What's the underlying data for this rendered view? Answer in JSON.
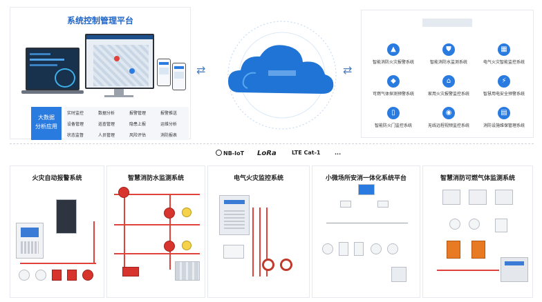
{
  "top_left": {
    "title": "系统控制管理平台",
    "bigdata_label_1": "大数据",
    "bigdata_label_2": "分析应用",
    "items": [
      "实时监控",
      "数据分析",
      "报警管理",
      "报警推送",
      "设备管理",
      "巡查管理",
      "隐患上报",
      "运维分析",
      "状态监督",
      "人员管理",
      "风险评估",
      "消防报表"
    ]
  },
  "top_right": {
    "systems": [
      {
        "label": "智能消防火灾报警系统",
        "icon": "flame-icon",
        "glyph": "🔥"
      },
      {
        "label": "智能消防水监测系统",
        "icon": "hydrant-icon",
        "glyph": "⛲"
      },
      {
        "label": "电气火灾智能监控系统",
        "icon": "electric-cabinet-icon",
        "glyph": "▦"
      },
      {
        "label": "可燃气体探测预警系统",
        "icon": "gas-icon",
        "glyph": "▲"
      },
      {
        "label": "家用火灾报警监控系统",
        "icon": "home-icon",
        "glyph": "⌂"
      },
      {
        "label": "智慧用电安全预警系统",
        "icon": "power-icon",
        "glyph": "⚡"
      },
      {
        "label": "智能防火门监控系统",
        "icon": "door-icon",
        "glyph": "▯"
      },
      {
        "label": "无线远程视频监控系统",
        "icon": "camera-icon",
        "glyph": "◉"
      },
      {
        "label": "消防设施维保管理系统",
        "icon": "maintenance-icon",
        "glyph": "▤"
      }
    ]
  },
  "protocols": {
    "nb": "NB-IoT",
    "lora": "LoRa",
    "lte": "LTE Cat-1",
    "more": "..."
  },
  "bottom": [
    {
      "title": "火灾自动报警系统"
    },
    {
      "title": "智慧消防水监测系统"
    },
    {
      "title": "电气火灾监控系统"
    },
    {
      "title": "小微场所安消一体化系统平台"
    },
    {
      "title": "智慧消防可燃气体监测系统"
    }
  ]
}
